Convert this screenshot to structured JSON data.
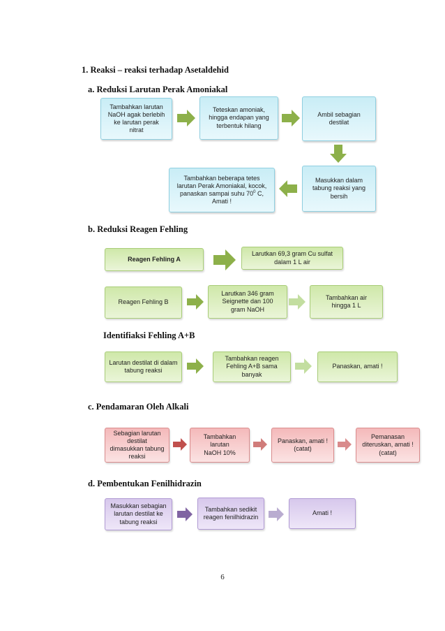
{
  "section_title": "1.   Reaksi – reaksi terhadap Asetaldehid",
  "a": {
    "title": "a.   Reduksi Larutan  Perak  Amoniakal",
    "steps": [
      "Tambahkan larutan\nNaOH agak berlebih\nke larutan perak\nnitrat",
      "Teteskan amoniak,\nhingga endapan yang\nterbentuk hilang",
      "Ambil sebagian\ndestilat",
      "Masukkan dalam\ntabung reaksi yang\nbersih"
    ],
    "step5_line1": "Tambahkan beberapa tetes",
    "step5_line2": "larutan Perak Amoniakal, kocok,",
    "step5_line3a": "panaskan sampai suhu  70",
    "step5_sup": "0",
    "step5_line3b": " C,",
    "step5_line4": "Amati !"
  },
  "b": {
    "title": "b.   Reduksi Reagen Fehling",
    "fehlingA": [
      "Reagen Fehling A",
      "Larutkan 69,3 gram Cu sulfat\ndalam 1 L air"
    ],
    "fehlingB": [
      "Reagen Fehling B",
      "Larutkan 346 gram\nSeignette  dan 100\ngram NaOH",
      "Tambahkan air\nhingga 1 L"
    ],
    "ident_title": "Identifiaksi  Fehling  A+B",
    "ident": [
      "Larutan destilat di dalam\ntabung reaksi",
      "Tambahkan reagen\nFehling A+B sama banyak",
      "Panaskan, amati !"
    ]
  },
  "c": {
    "title": "c.   Pendamaran  Oleh Alkali",
    "steps": [
      "Sebagian larutan\ndestilat\ndimasukkan tabung\nreaksi",
      "Tambahkan larutan\nNaOH 10%",
      "Panaskan, amati !\n(catat)",
      "Pemanasan\nditeruskan, amati !\n(catat)"
    ]
  },
  "d": {
    "title": "d.   Pembentukan  Fenilhidrazin",
    "steps": [
      "Masukkan sebagian\nlarutan destilat ke\ntabung reaksi",
      "Tambahkan sedikit\nreagen fenilhidrazin",
      "Amati !"
    ]
  },
  "page_number": "6",
  "colors": {
    "blue": "#c9edf6",
    "green": "#cfe8a9",
    "red": "#f4b9ba",
    "purple": "#d7c8ec",
    "arrow_green": "#8db04a",
    "arrow_light_green": "#c3dea0",
    "arrow_red": "#c0504d",
    "arrow_purple": "#8064a2",
    "arrow_light_purple": "#b9acd0"
  }
}
